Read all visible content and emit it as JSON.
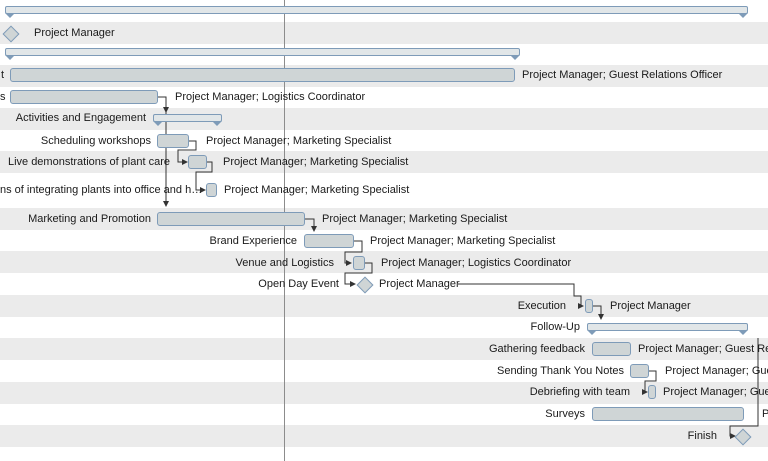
{
  "tasks": {
    "t1": {
      "resources": "Project Manager"
    },
    "t2": {
      "resources": "Project Manager; Guest Relations Officer"
    },
    "t3": {
      "resources": "Project Manager; Logistics Coordinator"
    },
    "t4": {
      "name": "Activities and Engagement"
    },
    "t5": {
      "name": "Scheduling workshops",
      "resources": "Project Manager; Marketing Specialist"
    },
    "t6": {
      "name": "Live demonstrations of plant care",
      "resources": "Project Manager; Marketing Specialist"
    },
    "t7": {
      "name": "ns of integrating plants into office and h…",
      "resources": "Project Manager; Marketing Specialist"
    },
    "t8": {
      "name": "Marketing and Promotion",
      "resources": "Project Manager; Marketing Specialist"
    },
    "t9": {
      "name": "Brand Experience",
      "resources": "Project Manager; Marketing Specialist"
    },
    "t10": {
      "name": "Venue and Logistics",
      "resources": "Project Manager; Logistics Coordinator"
    },
    "t11": {
      "name": "Open Day Event",
      "resources": "Project Manager"
    },
    "t12": {
      "name": "Execution",
      "resources": "Project Manager"
    },
    "t13": {
      "name": "Follow-Up"
    },
    "t14": {
      "name": "Gathering feedback",
      "resources": "Project Manager; Guest Rela"
    },
    "t15": {
      "name": "Sending Thank You Notes",
      "resources": "Project Manager; Gues"
    },
    "t16": {
      "name": "Debriefing with team",
      "resources": "Project Manager; Gues"
    },
    "t17": {
      "name": "Surveys",
      "resources": "P"
    },
    "t18": {
      "name": "Finish"
    }
  },
  "partial_left_labels": {
    "row2": "t",
    "row3": "s"
  },
  "colors": {
    "bar_fill": "#cfd5d6",
    "bar_border": "#7e9bb8",
    "row_stripe": "#ebebeb",
    "link": "#333333"
  }
}
